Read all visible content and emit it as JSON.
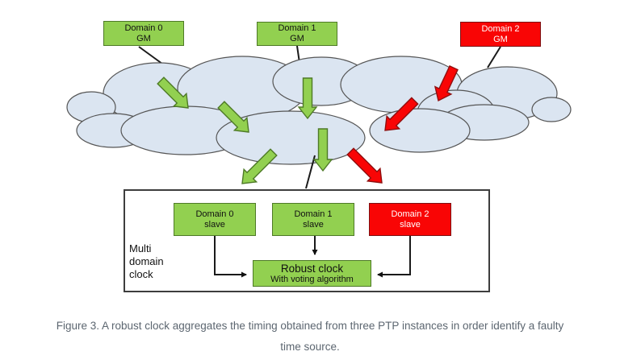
{
  "diagram": {
    "gm_boxes": [
      {
        "line1": "Domain 0",
        "line2": "GM"
      },
      {
        "line1": "Domain 1",
        "line2": "GM"
      },
      {
        "line1": "Domain 2",
        "line2": "GM"
      }
    ],
    "slave_boxes": [
      {
        "line1": "Domain 0",
        "line2": "slave"
      },
      {
        "line1": "Domain 1",
        "line2": "slave"
      },
      {
        "line1": "Domain 2",
        "line2": "slave"
      }
    ],
    "robust_clock_box": {
      "line1": "Robust clock",
      "line2": "With voting algorithm"
    },
    "group_label": {
      "line1": "Multi",
      "line2": "domain",
      "line3": "clock"
    },
    "colors": {
      "healthy_green": "#92d050",
      "faulty_red": "#f90505",
      "cloud_fill": "#dbe5f1",
      "cloud_outline": "#555555",
      "connector_black": "#1a1a1a",
      "caption_gray": "#5c6670"
    }
  },
  "caption": {
    "line1": "Figure 3. A robust clock aggregates the timing obtained from three PTP instances in order identify a faulty",
    "line2": "time source."
  }
}
